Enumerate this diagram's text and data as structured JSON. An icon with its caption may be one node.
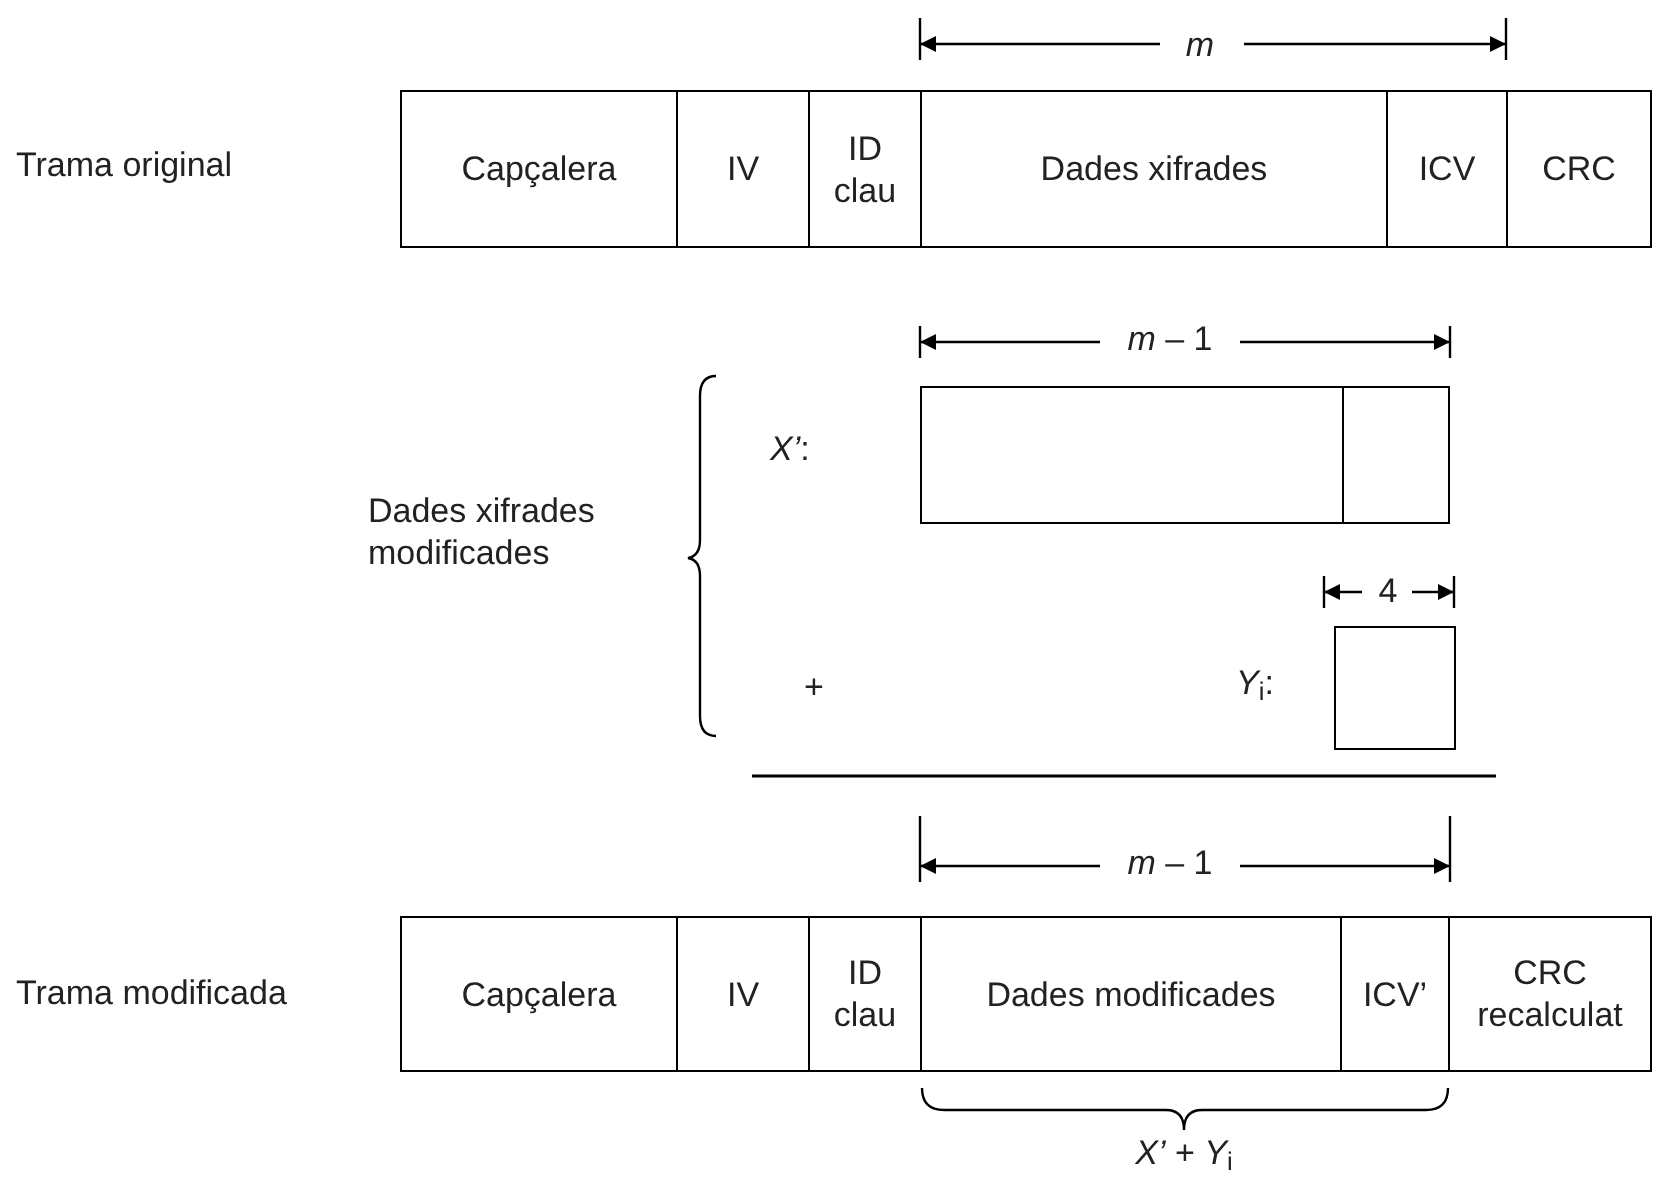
{
  "diagram": {
    "nodes": [
      {
        "text": [
          "Capçalera"
        ]
      },
      {
        "text": [
          "IV"
        ]
      },
      {
        "text": [
          "ID clau"
        ]
      },
      {
        "text": [
          "Dades xifrades"
        ]
      },
      {
        "text": [
          "ICV"
        ]
      },
      {
        "text": [
          "CRC"
        ]
      },
      {
        "text": [],
        "shape": "box"
      },
      {
        "text": [],
        "shape": "box"
      },
      {
        "text": [],
        "shape": "box"
      },
      {
        "text": [
          "Capçalera"
        ]
      },
      {
        "text": [
          "IV"
        ]
      },
      {
        "text": [
          "ID clau"
        ]
      },
      {
        "text": [
          "Dades modificades"
        ]
      },
      {
        "text": [
          "ICV’"
        ]
      },
      {
        "text": [
          "CRC recalculat"
        ]
      }
    ],
    "edges": [],
    "labels": [
      "*m*",
      "Trama original",
      "*m* – 1",
      "*X’*:",
      "Dades xifrades modificades",
      "4",
      "+",
      "*Y*$_{i}$:",
      "*m* – 1",
      "Trama modificada",
      "*X’* + *Y*$_{i}$"
    ]
  }
}
